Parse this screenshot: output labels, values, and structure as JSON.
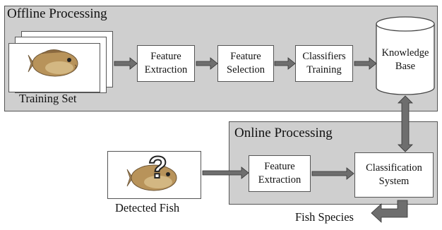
{
  "offline": {
    "title": "Offline Processing",
    "training_set": "Training Set",
    "feature_extraction": [
      "Feature",
      "Extraction"
    ],
    "feature_selection": [
      "Feature",
      "Selection"
    ],
    "classifiers_training": [
      "Classifiers",
      "Training"
    ],
    "knowledge_base": [
      "Knowledge",
      "Base"
    ]
  },
  "online": {
    "title": "Online Processing",
    "feature_extraction": [
      "Feature",
      "Extraction"
    ],
    "classification_system": [
      "Classification",
      "System"
    ]
  },
  "detected_fish": "Detected Fish",
  "question_mark": "?",
  "output": "Fish Species",
  "colors": {
    "panel": "#cfcfcf",
    "arrow": "#555555",
    "fish_body": "#b8935a"
  }
}
